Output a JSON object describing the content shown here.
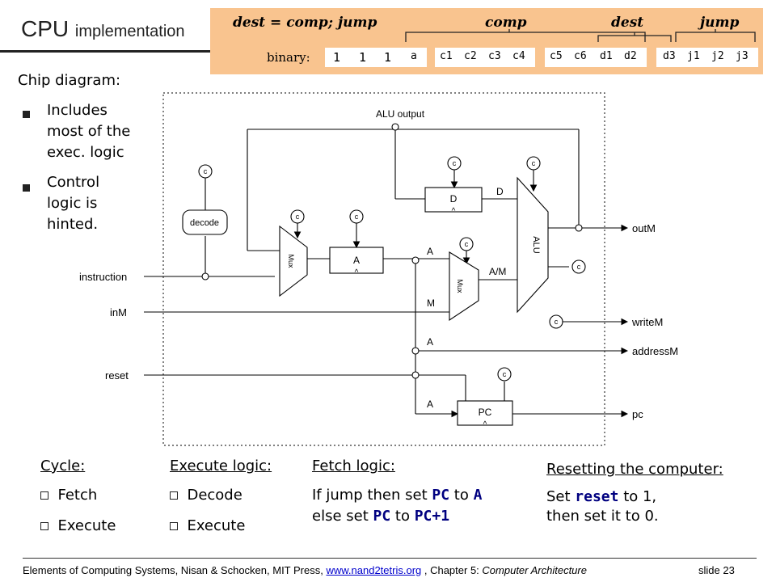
{
  "title": {
    "main": "CPU",
    "sub": "implementation"
  },
  "instruction_format": {
    "formula": "dest = comp; jump",
    "comp_label": "comp",
    "dest_label": "dest",
    "jump_label": "jump",
    "binary_label": "binary:",
    "bits_prefix": [
      "1",
      "1",
      "1",
      "a"
    ],
    "bits_comp": [
      "c1",
      "c2",
      "c3",
      "c4"
    ],
    "bits_comp2": [
      "c5",
      "c6",
      "d1",
      "d2"
    ],
    "bits_last": [
      "d3",
      "j1",
      "j2",
      "j3"
    ]
  },
  "chip_diagram": {
    "heading": "Chip diagram:",
    "bullets": [
      "Includes most of the exec. logic",
      "Control logic is hinted."
    ]
  },
  "diagram": {
    "alu_output": "ALU output",
    "decode": "decode",
    "mux": "Mux",
    "a_reg": "A",
    "d_reg": "D",
    "alu": "ALU",
    "pc": "PC",
    "clock": "c",
    "inputs": [
      "instruction",
      "inM",
      "reset"
    ],
    "outputs": [
      "outM",
      "writeM",
      "addressM",
      "pc"
    ],
    "wire_labels": {
      "d": "D",
      "a": "A",
      "m": "M",
      "am": "A/M"
    }
  },
  "cycle": {
    "heading": "Cycle:",
    "items": [
      "Fetch",
      "Execute"
    ]
  },
  "execute_logic": {
    "heading": "Execute logic:",
    "items": [
      "Decode",
      "Execute"
    ]
  },
  "fetch_logic": {
    "heading": "Fetch logic:",
    "line1_pre": "If jump then set ",
    "line1_pc": "PC",
    "line1_mid": " to ",
    "line1_a": "A",
    "line2_pre": "else set ",
    "line2_pc": "PC",
    "line2_mid": " to ",
    "line2_val": "PC+1"
  },
  "reset": {
    "heading": "Resetting the computer:",
    "line1_pre": "Set ",
    "line1_code": "reset",
    "line1_post": " to 1,",
    "line2": "then set it to 0."
  },
  "footer": {
    "text_pre": "Elements of Computing Systems, Nisan & Schocken, MIT Press, ",
    "link": "www.nand2tetris.org",
    "text_post": " , Chapter 5: ",
    "chapter": "Computer Architecture",
    "slide": "slide 23"
  }
}
